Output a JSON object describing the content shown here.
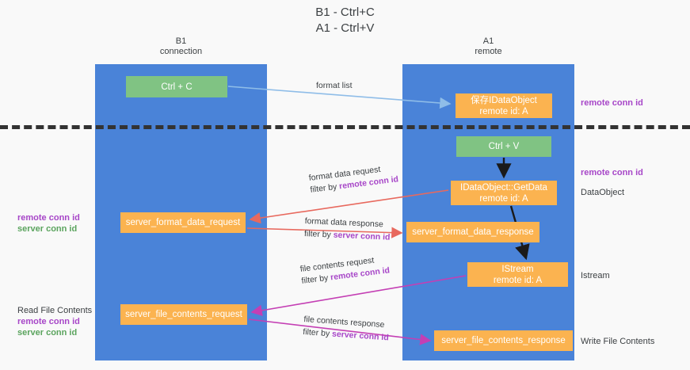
{
  "title": {
    "line1": "B1 - Ctrl+C",
    "line2": "A1 - Ctrl+V"
  },
  "lanes": [
    {
      "id": "b1",
      "name": "B1",
      "sub": "connection",
      "color": "#4a83d8"
    },
    {
      "id": "a1",
      "name": "A1",
      "sub": "remote",
      "color": "#4a83d8"
    }
  ],
  "nodes": {
    "ctrl_c": {
      "line1": "Ctrl + C",
      "line2": "",
      "color": "#80c383"
    },
    "save_object": {
      "line1": "保存IDataObject",
      "line2": "remote id: A",
      "color": "#fbb350"
    },
    "ctrl_v": {
      "line1": "Ctrl + V",
      "line2": "",
      "color": "#80c383"
    },
    "get_data": {
      "line1": "IDataObject::GetData",
      "line2": "remote id: A",
      "color": "#fbb350"
    },
    "fmt_req": {
      "line1": "server_format_data_request",
      "line2": "",
      "color": "#fbb350"
    },
    "fmt_resp": {
      "line1": "server_format_data_response",
      "line2": "",
      "color": "#fbb350"
    },
    "istream": {
      "line1": "IStream",
      "line2": "remote id: A",
      "color": "#fbb350"
    },
    "file_req": {
      "line1": "server_file_contents_request",
      "line2": "",
      "color": "#fbb350"
    },
    "file_resp": {
      "line1": "server_file_contents_response",
      "line2": "",
      "color": "#fbb350"
    }
  },
  "edge_labels": {
    "format_list": {
      "text": "format list"
    },
    "format_data_request": {
      "line1": "format data request",
      "filter_prefix": "filter by ",
      "filter_key": "remote conn id"
    },
    "format_data_response": {
      "line1": "format data response",
      "filter_prefix": "filter by ",
      "filter_key": "server conn id"
    },
    "file_contents_request": {
      "line1": "file contents request",
      "filter_prefix": "filter by ",
      "filter_key": "remote conn id"
    },
    "file_contents_response": {
      "line1": "file contents response",
      "filter_prefix": "filter by ",
      "filter_key": "server conn id"
    }
  },
  "annotations": {
    "right": {
      "remote_conn_id_top": "remote conn id",
      "remote_conn_id_mid": "remote conn id",
      "data_object": "DataObject",
      "istream": "Istream",
      "write_file_contents": "Write File Contents"
    },
    "left": {
      "remote_conn_id_a": "remote conn id",
      "server_conn_id_a": "server conn id",
      "read_file_contents": "Read File Contents",
      "remote_conn_id_b": "remote conn id",
      "server_conn_id_b": "server conn id"
    }
  },
  "colors": {
    "lane": "#4a83d8",
    "green_node": "#80c383",
    "orange_node": "#fbb350",
    "purple_keyword": "#a746c8",
    "green_keyword": "#5ba45e",
    "arrow_light_blue": "#8fbde8",
    "arrow_red": "#e8695e",
    "arrow_magenta": "#c43fb4",
    "arrow_black": "#1a1a1a",
    "divider": "#333333",
    "background": "#f9f9f9"
  }
}
